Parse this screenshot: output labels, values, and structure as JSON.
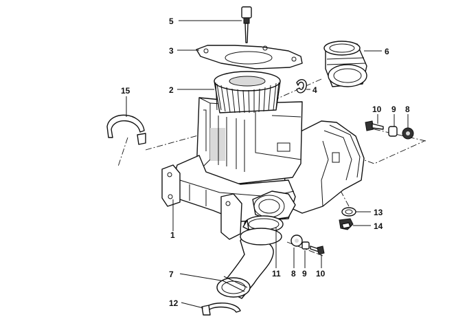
{
  "callouts": [
    {
      "id": "c5",
      "label": "5"
    },
    {
      "id": "c3",
      "label": "3"
    },
    {
      "id": "c2",
      "label": "2"
    },
    {
      "id": "c4",
      "label": "4"
    },
    {
      "id": "c6",
      "label": "6"
    },
    {
      "id": "c15",
      "label": "15"
    },
    {
      "id": "c10a",
      "label": "10"
    },
    {
      "id": "c9a",
      "label": "9"
    },
    {
      "id": "c8a",
      "label": "8"
    },
    {
      "id": "c13",
      "label": "13"
    },
    {
      "id": "c14",
      "label": "14"
    },
    {
      "id": "c1",
      "label": "1"
    },
    {
      "id": "c11",
      "label": "11"
    },
    {
      "id": "c8b",
      "label": "8"
    },
    {
      "id": "c9b",
      "label": "9"
    },
    {
      "id": "c10b",
      "label": "10"
    },
    {
      "id": "c7",
      "label": "7"
    },
    {
      "id": "c12",
      "label": "12"
    }
  ]
}
